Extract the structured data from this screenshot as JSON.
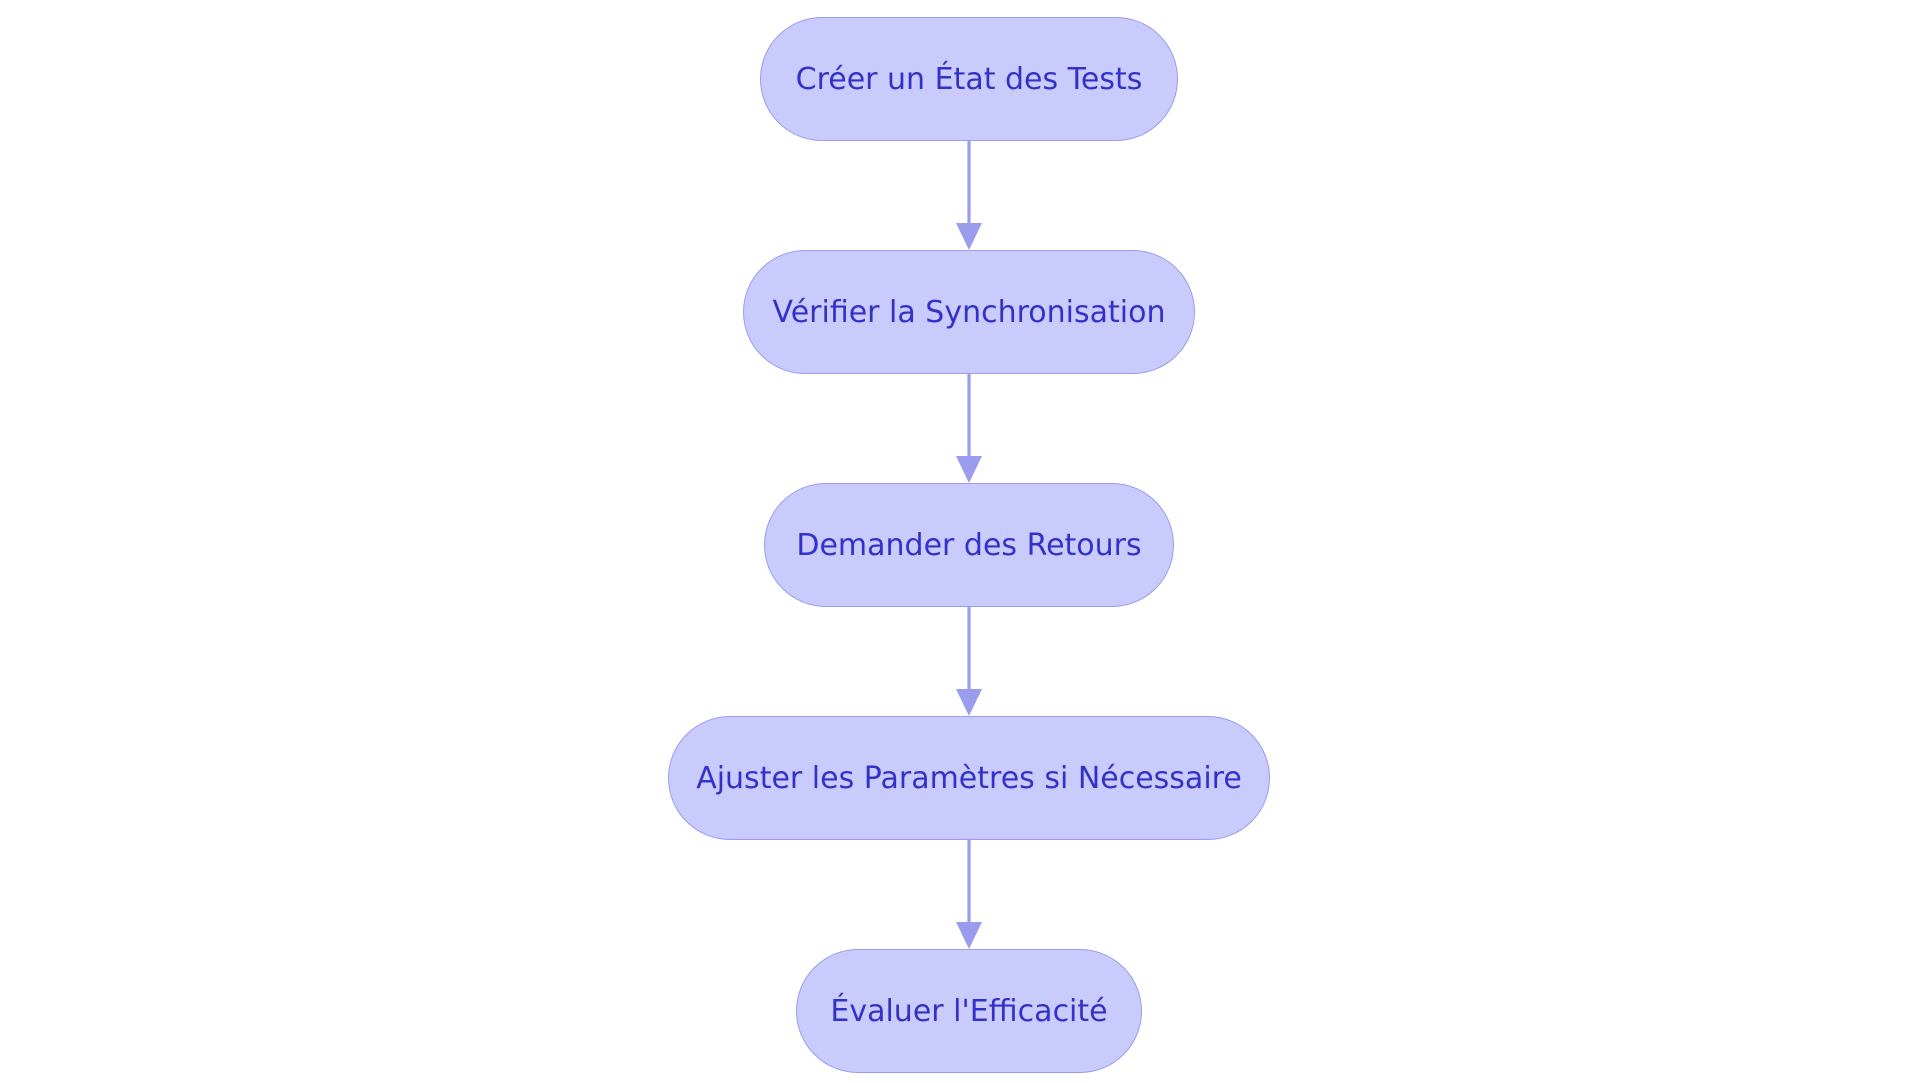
{
  "diagram": {
    "type": "flowchart",
    "direction": "top-to-bottom",
    "colors": {
      "node_fill": "#c9cbfd",
      "node_stroke": "#9a9cee",
      "node_text": "#3232c8",
      "edge": "#9a9cee",
      "background": "#ffffff"
    },
    "nodes": [
      {
        "id": "n1",
        "label": "Créer un État des Tests"
      },
      {
        "id": "n2",
        "label": "Vérifier la Synchronisation"
      },
      {
        "id": "n3",
        "label": "Demander des Retours"
      },
      {
        "id": "n4",
        "label": "Ajuster les Paramètres si Nécessaire"
      },
      {
        "id": "n5",
        "label": "Évaluer l'Efficacité"
      }
    ],
    "edges": [
      {
        "from": "n1",
        "to": "n2"
      },
      {
        "from": "n2",
        "to": "n3"
      },
      {
        "from": "n3",
        "to": "n4"
      },
      {
        "from": "n4",
        "to": "n5"
      }
    ]
  }
}
